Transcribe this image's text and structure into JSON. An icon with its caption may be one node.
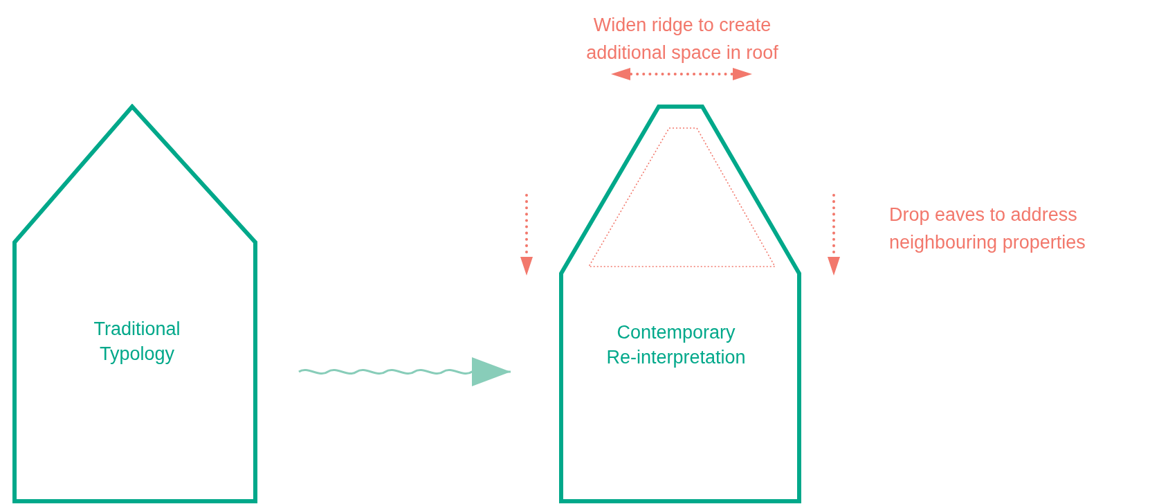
{
  "diagram": {
    "nodes": [
      {
        "text": [
          "Traditional Typology"
        ]
      },
      {
        "text": [
          "Contemporary Re-interpretation"
        ]
      }
    ],
    "edges": [
      {
        "from": 0,
        "to": 1,
        "arrow": "to"
      }
    ],
    "labels": [
      "Widen ridge to create additional space in roof",
      "Drop eaves to address neighbouring properties"
    ]
  }
}
